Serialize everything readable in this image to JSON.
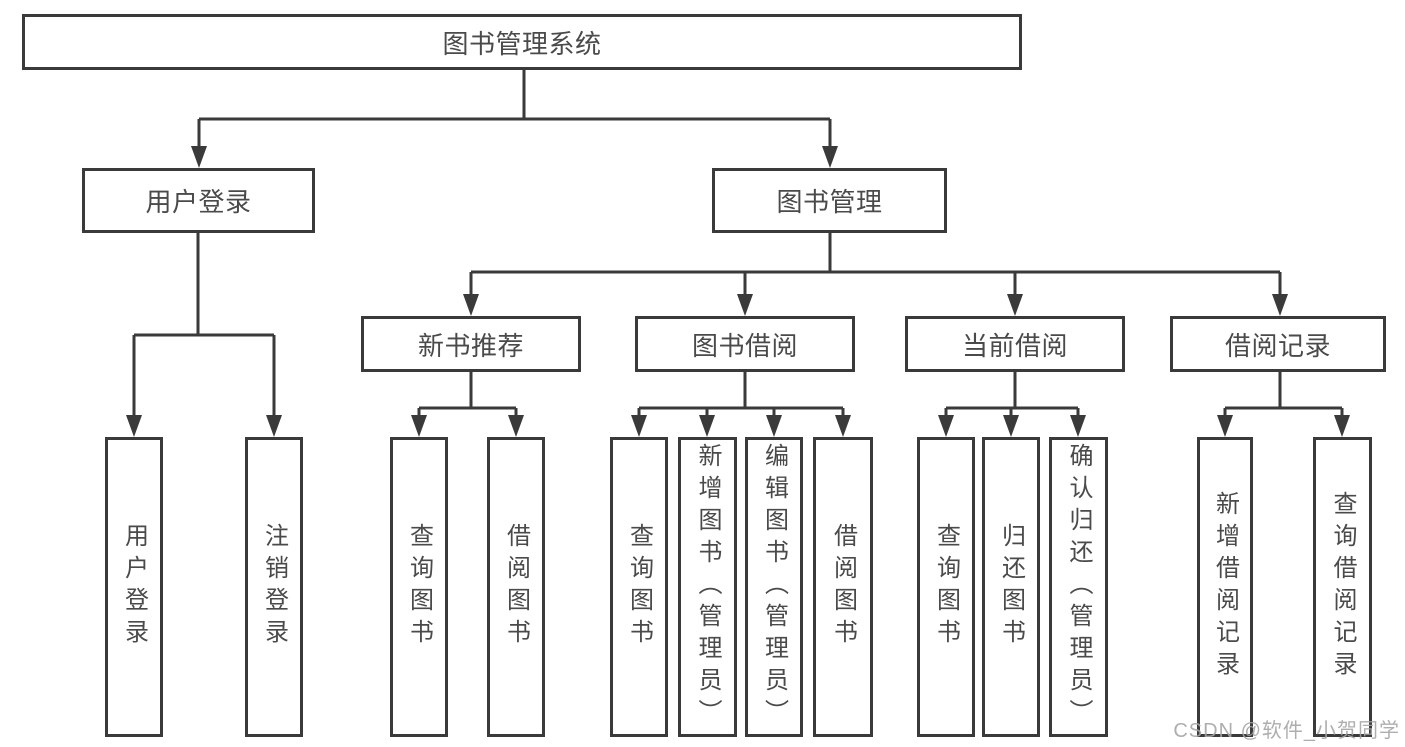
{
  "tree": {
    "root": {
      "label": "图书管理系统",
      "children": [
        {
          "label": "用户登录",
          "children": [
            {
              "label": "用户登录"
            },
            {
              "label": "注销登录"
            }
          ]
        },
        {
          "label": "图书管理",
          "children": [
            {
              "label": "新书推荐",
              "children": [
                {
                  "label": "查询图书"
                },
                {
                  "label": "借阅图书"
                }
              ]
            },
            {
              "label": "图书借阅",
              "children": [
                {
                  "label": "查询图书"
                },
                {
                  "label": "新增图书（管理员）"
                },
                {
                  "label": "编辑图书（管理员）"
                },
                {
                  "label": "借阅图书"
                }
              ]
            },
            {
              "label": "当前借阅",
              "children": [
                {
                  "label": "查询图书"
                },
                {
                  "label": "归还图书"
                },
                {
                  "label": "确认归还（管理员）"
                }
              ]
            },
            {
              "label": "借阅记录",
              "children": [
                {
                  "label": "新增借阅记录"
                },
                {
                  "label": "查询借阅记录"
                }
              ]
            }
          ]
        }
      ]
    }
  },
  "watermark": "CSDN @软件_小贺同学",
  "colors": {
    "line": "#3a3a3a",
    "box_border": "#3a3a3a",
    "text": "#4a4a4a",
    "watermark": "#a5a5a5",
    "background": "#ffffff"
  }
}
